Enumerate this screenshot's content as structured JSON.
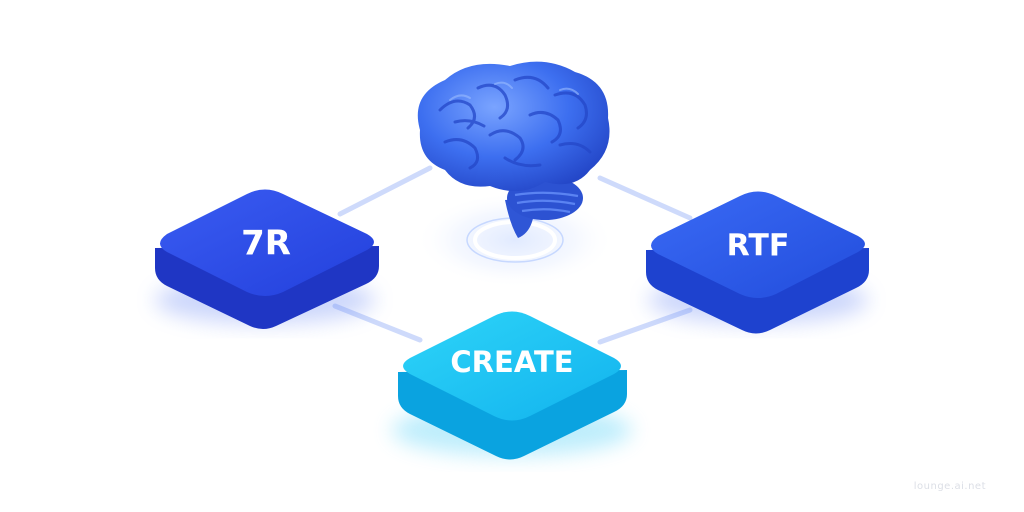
{
  "diagram": {
    "nodes": {
      "left": {
        "label": "7R"
      },
      "right": {
        "label": "RTF"
      },
      "bottom": {
        "label": "CREATE"
      }
    },
    "center_icon": "brain-icon"
  },
  "watermark": {
    "text": "lounge.ai.net"
  },
  "colors": {
    "left_node_top": "#2f4fe8",
    "left_node_side": "#1f36c4",
    "right_node_top": "#2f5ff0",
    "right_node_side": "#1e42cf",
    "bottom_node_top": "#19c6f5",
    "bottom_node_side": "#0aa3e0",
    "brain": "#3d6ff0",
    "connector": "#c9d6fb"
  }
}
